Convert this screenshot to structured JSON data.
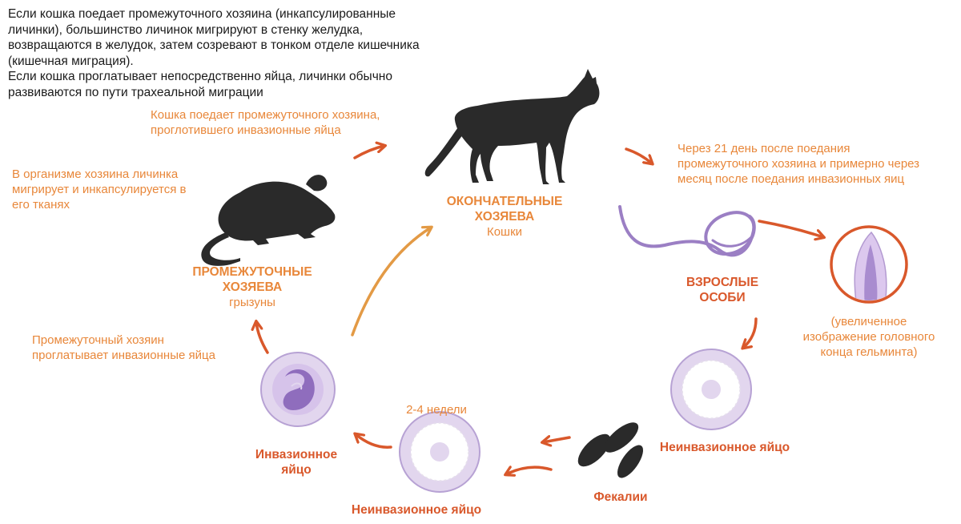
{
  "intro_text": "Если кошка поедает промежуточного хозяина (инкапсулированные\nличинки), большинство личинок мигрируют в стенку желудка,\nвозвращаются в желудок, затем созревают в тонком отделе кишечника\n(кишечная миграция).\nЕсли кошка проглатывает непосредственно яйца, личинки обычно\nразвиваются по пути трахеальной миграции",
  "cat_eats_host": "Кошка поедает промежуточного хозяина,\nпроглотившего инвазионные яйца",
  "after_21_days": "Через 21 день после поедания\nпромежуточного хозяина и примерно через\nмесяц после поедания инвазионных яиц",
  "larva_in_host": "В организме хозяина личинка\nмигрирует и инкапсулируется в\nего тканях",
  "definitive_hosts": {
    "title": "ОКОНЧАТЕЛЬНЫЕ\nХОЗЯЕВА",
    "subtitle": "Кошки"
  },
  "intermediate_hosts": {
    "title": "ПРОМЕЖУТОЧНЫЕ\nХОЗЯЕВА",
    "subtitle": "грызуны"
  },
  "adults": "ВЗРОСЛЫЕ\nОСОБИ",
  "magnified_head": "(увеличенное\nизображение головного\nконца гельминта)",
  "host_swallows_eggs": "Промежуточный хозяин\nпроглатывает инвазионные яйца",
  "weeks": "2-4 недели",
  "noninvasive_egg_right": "Неинвазионное яйцо",
  "feces": "Фекалии",
  "noninvasive_egg_bottom": "Неинвазионное яйцо",
  "invasive_egg": "Инвазионное\nяйцо",
  "colors": {
    "text_orange": "#e8873a",
    "arrow_red": "#d9582b",
    "worm_purple": "#9b7fc4",
    "egg_border": "#b7a2d4",
    "egg_fill": "#e2d6ee",
    "silhouette": "#2a2a2a"
  }
}
